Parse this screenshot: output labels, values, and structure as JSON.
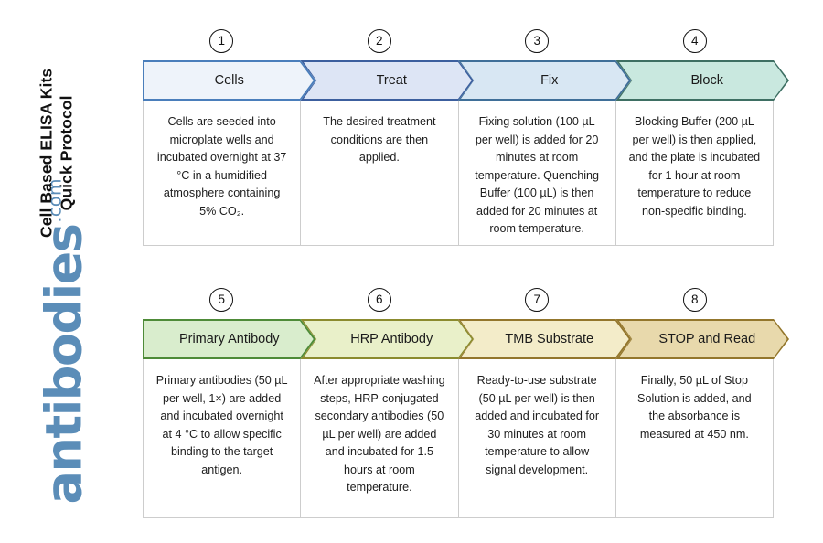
{
  "brand": {
    "title_line1": "Cell Based ELISA Kits",
    "title_line2": "Quick Protocol",
    "logo_name": "antibodies",
    "logo_tld": ".com",
    "logo_color": "#5b8db8"
  },
  "rows": [
    {
      "steps": [
        {
          "number": "1",
          "label": "Cells",
          "fill": "#eef3fa",
          "stroke": "#4a7ebb",
          "body": "Cells are seeded into microplate wells and incubated overnight at 37 °C in a humidified atmosphere containing 5% CO₂."
        },
        {
          "number": "2",
          "label": "Treat",
          "fill": "#dde5f5",
          "stroke": "#3c5f9e",
          "body": "The desired treatment conditions are then applied."
        },
        {
          "number": "3",
          "label": "Fix",
          "fill": "#d8e7f3",
          "stroke": "#3f6f98",
          "body": "Fixing solution (100 µL per well) is added for 20 minutes at room temperature. Quenching Buffer (100 µL) is then added for 20 minutes at room temperature."
        },
        {
          "number": "4",
          "label": "Block",
          "fill": "#c9e8df",
          "stroke": "#3e6f63",
          "body": "Blocking Buffer (200 µL per well) is then applied, and the plate is incubated for 1 hour at room temperature to reduce non-specific binding."
        }
      ]
    },
    {
      "steps": [
        {
          "number": "5",
          "label": "Primary Antibody",
          "fill": "#d9edcd",
          "stroke": "#4e8b38",
          "body": "Primary antibodies (50 µL per well, 1×) are added and incubated overnight at 4 °C to allow specific binding to the target antigen."
        },
        {
          "number": "6",
          "label": "HRP Antibody",
          "fill": "#e9f0c9",
          "stroke": "#8b8b2e",
          "body": "After appropriate washing steps, HRP-conjugated secondary antibodies (50 µL per well) are added and incubated for 1.5 hours at room temperature."
        },
        {
          "number": "7",
          "label": "TMB Substrate",
          "fill": "#f3ecc9",
          "stroke": "#93762c",
          "body": "Ready-to-use substrate (50 µL per well) is then added and incubated for 30 minutes at room temperature to allow signal development."
        },
        {
          "number": "8",
          "label": "STOP and Read",
          "fill": "#e8d9ac",
          "stroke": "#93762c",
          "body": "Finally, 50 µL of Stop Solution is added, and the absorbance is measured at 450 nm."
        }
      ]
    }
  ]
}
